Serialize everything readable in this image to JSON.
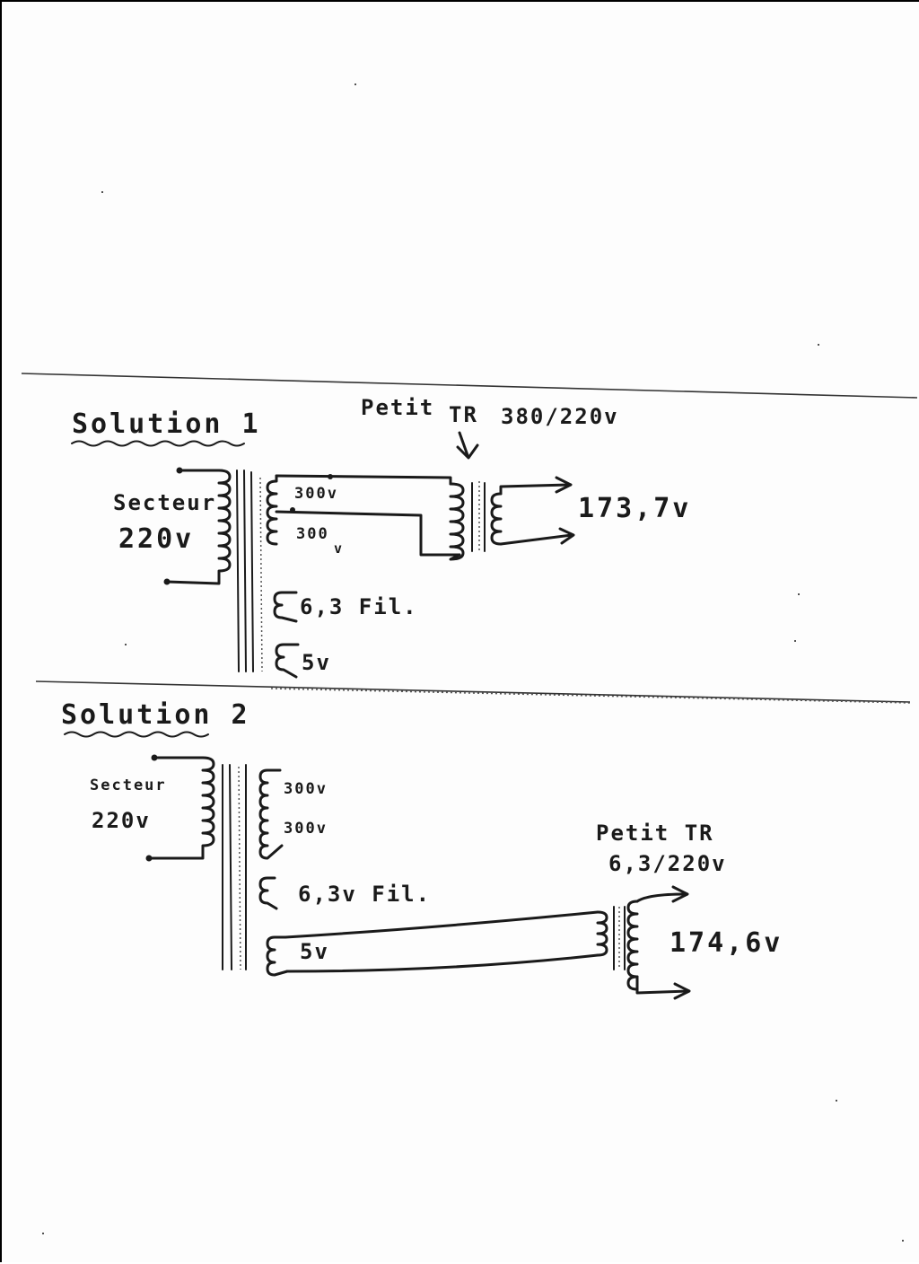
{
  "solution1": {
    "title": "Solution 1",
    "mains_label": "Secteur",
    "mains_voltage": "220v",
    "winding_top": "300v",
    "winding_bottom": "300",
    "winding_bottom_unit": "v",
    "filament": "6,3 Fil.",
    "five_volt": "5v",
    "small_tr_word1": "Petit",
    "small_tr_word2": "TR",
    "small_tr_rating": "380/220v",
    "output": "173,7v"
  },
  "solution2": {
    "title": "Solution 2",
    "mains_label": "Secteur",
    "mains_voltage": "220v",
    "winding_top": "300v",
    "winding_bottom": "300v",
    "filament": "6,3v Fil.",
    "five_volt": "5v",
    "small_tr_name": "Petit TR",
    "small_tr_rating": "6,3/220v",
    "output": "174,6v"
  }
}
